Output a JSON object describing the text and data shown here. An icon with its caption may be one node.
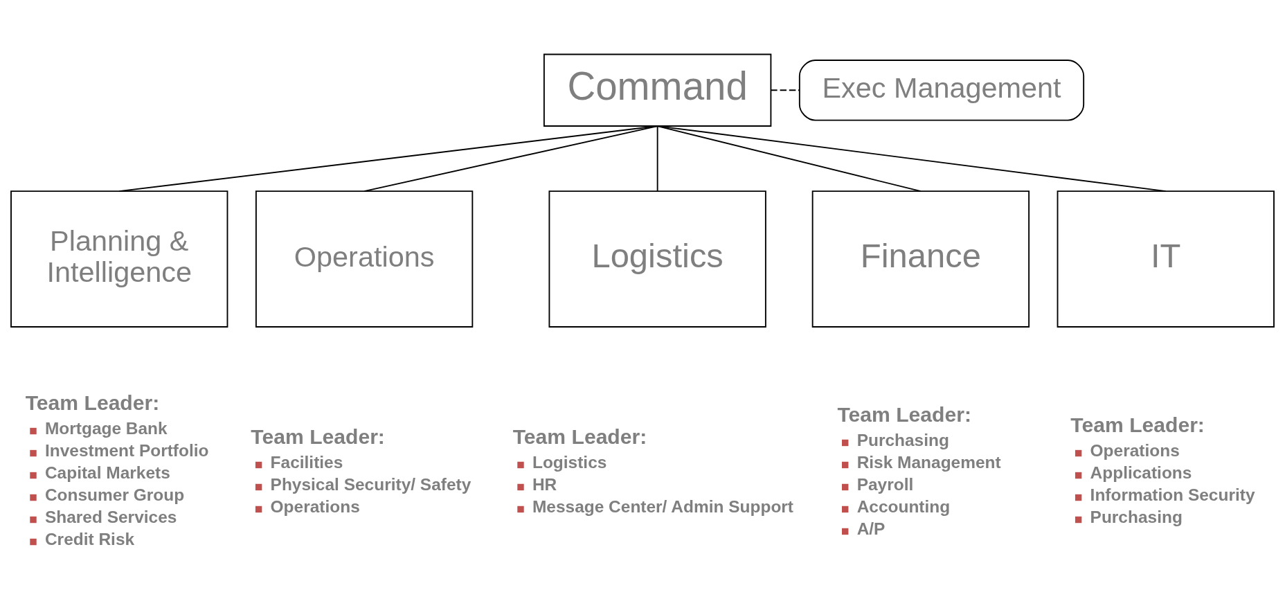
{
  "diagram": {
    "nodes": [
      {
        "text": [
          "Command"
        ]
      },
      {
        "text": [
          "Exec Management"
        ]
      },
      {
        "text": [
          "Planning & Intelligence"
        ],
        "beside": [
          "Team Leader:",
          "Mortgage Bank",
          "Investment Portfolio",
          "Capital Markets",
          "Consumer Group",
          "Shared Services",
          "Credit Risk"
        ]
      },
      {
        "text": [
          "Operations"
        ],
        "beside": [
          "Team Leader:",
          "Facilities",
          "Physical Security/ Safety",
          "Operations"
        ]
      },
      {
        "text": [
          "Logistics"
        ],
        "beside": [
          "Team Leader:",
          "Logistics",
          "HR",
          "Message Center/ Admin Support"
        ]
      },
      {
        "text": [
          "Finance"
        ],
        "beside": [
          "Team Leader:",
          "Purchasing",
          "Risk Management",
          "Payroll",
          "Accounting",
          "A/P"
        ]
      },
      {
        "text": [
          "IT"
        ],
        "beside": [
          "Team Leader:",
          "Operations",
          "Applications",
          "Information Security",
          "Purchasing"
        ]
      }
    ],
    "edges": [
      {
        "from": 0,
        "to": 1,
        "arrow": "none",
        "style": "dashed"
      },
      {
        "from": 0,
        "to": 2,
        "arrow": "none"
      },
      {
        "from": 0,
        "to": 3,
        "arrow": "none"
      },
      {
        "from": 0,
        "to": 4,
        "arrow": "none"
      },
      {
        "from": 0,
        "to": 5,
        "arrow": "none"
      },
      {
        "from": 0,
        "to": 6,
        "arrow": "none"
      }
    ]
  }
}
